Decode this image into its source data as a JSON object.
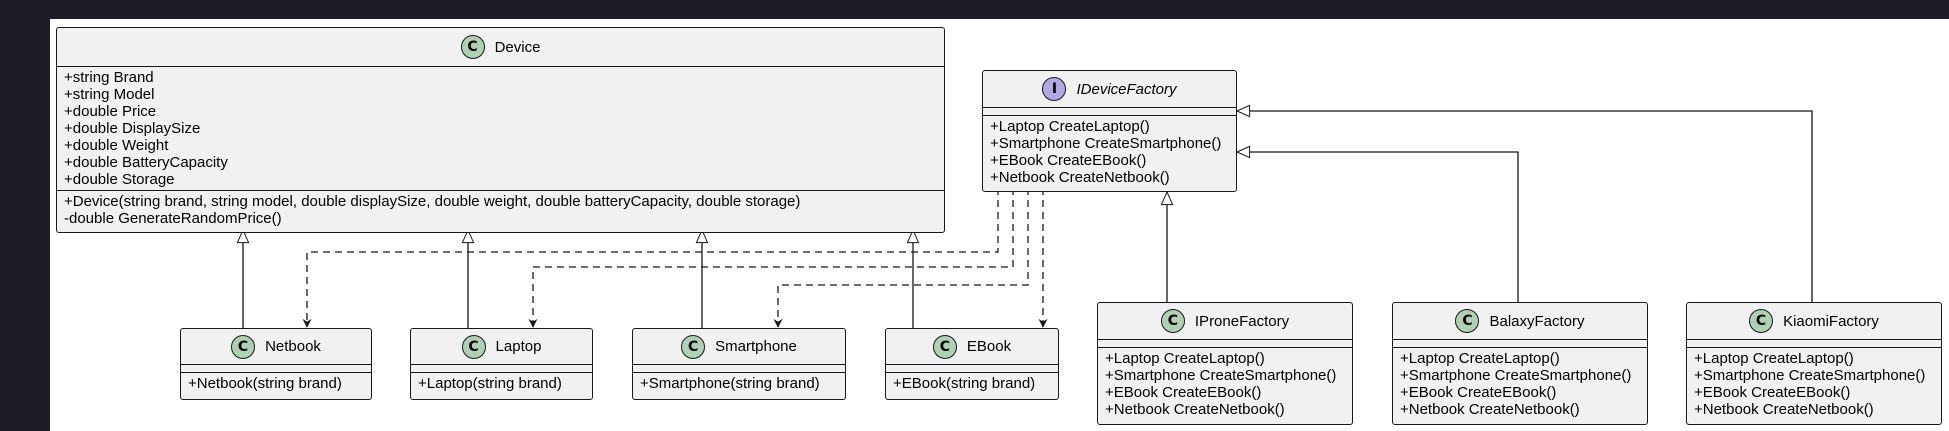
{
  "classes": {
    "device": {
      "name": "Device",
      "badge": "C",
      "fields": [
        "+string Brand",
        "+string Model",
        "+double Price",
        "+double DisplaySize",
        "+double Weight",
        "+double BatteryCapacity",
        "+double Storage"
      ],
      "methods": [
        "+Device(string brand, string model, double displaySize, double weight, double batteryCapacity, double storage)",
        "-double GenerateRandomPrice()"
      ]
    },
    "ideviceFactory": {
      "name": "IDeviceFactory",
      "badge": "I",
      "methods": [
        "+Laptop CreateLaptop()",
        "+Smartphone CreateSmartphone()",
        "+EBook CreateEBook()",
        "+Netbook CreateNetbook()"
      ]
    },
    "netbook": {
      "name": "Netbook",
      "badge": "C",
      "methods": [
        "+Netbook(string brand)"
      ]
    },
    "laptop": {
      "name": "Laptop",
      "badge": "C",
      "methods": [
        "+Laptop(string brand)"
      ]
    },
    "smartphone": {
      "name": "Smartphone",
      "badge": "C",
      "methods": [
        "+Smartphone(string brand)"
      ]
    },
    "ebook": {
      "name": "EBook",
      "badge": "C",
      "methods": [
        "+EBook(string brand)"
      ]
    },
    "iproneFactory": {
      "name": "IProneFactory",
      "badge": "C",
      "methods": [
        "+Laptop CreateLaptop()",
        "+Smartphone CreateSmartphone()",
        "+EBook CreateEBook()",
        "+Netbook CreateNetbook()"
      ]
    },
    "balaxyFactory": {
      "name": "BalaxyFactory",
      "badge": "C",
      "methods": [
        "+Laptop CreateLaptop()",
        "+Smartphone CreateSmartphone()",
        "+EBook CreateEBook()",
        "+Netbook CreateNetbook()"
      ]
    },
    "kiaomiFactory": {
      "name": "KiaomiFactory",
      "badge": "C",
      "methods": [
        "+Laptop CreateLaptop()",
        "+Smartphone CreateSmartphone()",
        "+EBook CreateEBook()",
        "+Netbook CreateNetbook()"
      ]
    }
  },
  "relations": [
    {
      "type": "inheritance",
      "from": "Netbook",
      "to": "Device"
    },
    {
      "type": "inheritance",
      "from": "Laptop",
      "to": "Device"
    },
    {
      "type": "inheritance",
      "from": "Smartphone",
      "to": "Device"
    },
    {
      "type": "inheritance",
      "from": "EBook",
      "to": "Device"
    },
    {
      "type": "realization",
      "from": "IProneFactory",
      "to": "IDeviceFactory"
    },
    {
      "type": "realization",
      "from": "BalaxyFactory",
      "to": "IDeviceFactory"
    },
    {
      "type": "realization",
      "from": "KiaomiFactory",
      "to": "IDeviceFactory"
    },
    {
      "type": "dependency",
      "from": "IDeviceFactory",
      "to": "Netbook"
    },
    {
      "type": "dependency",
      "from": "IDeviceFactory",
      "to": "Laptop"
    },
    {
      "type": "dependency",
      "from": "IDeviceFactory",
      "to": "Smartphone"
    },
    {
      "type": "dependency",
      "from": "IDeviceFactory",
      "to": "EBook"
    }
  ]
}
